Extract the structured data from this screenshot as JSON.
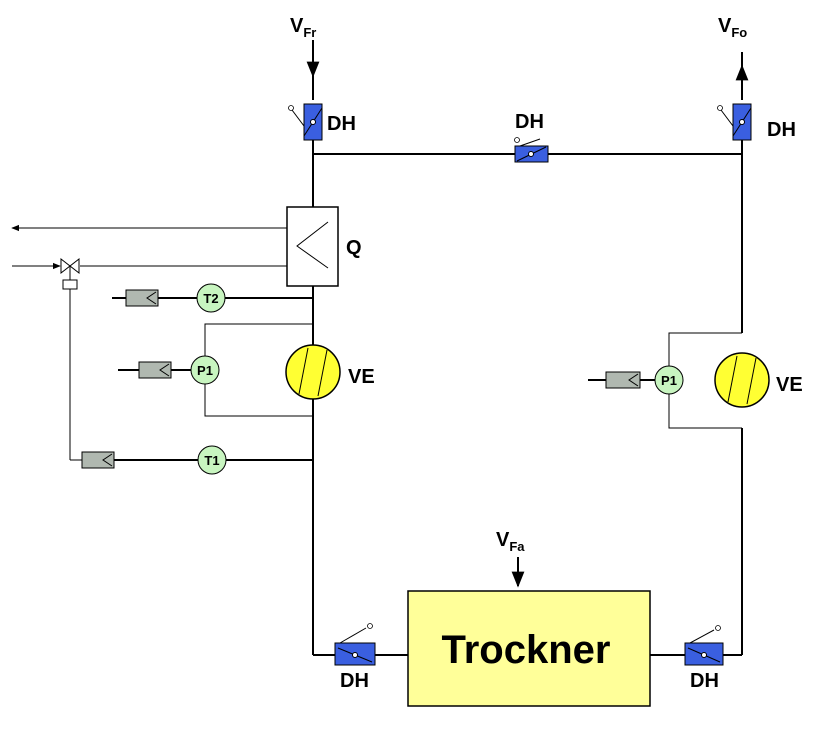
{
  "labels": {
    "vfr_main": "V",
    "vfr_sub": "Fr",
    "vfo_main": "V",
    "vfo_sub": "Fo",
    "vfa_main": "V",
    "vfa_sub": "Fa",
    "dh": "DH",
    "q": "Q",
    "ve": "VE",
    "t1": "T1",
    "t2": "T2",
    "p1": "P1",
    "trockner": "Trockner"
  },
  "colors": {
    "damper_fill": "#3a5fe0",
    "fan_fill": "#ffff33",
    "sensor_fill": "#c8f5c0",
    "transmitter_fill": "#b0b8b0",
    "dryer_fill": "#ffff99",
    "line": "#000000"
  }
}
